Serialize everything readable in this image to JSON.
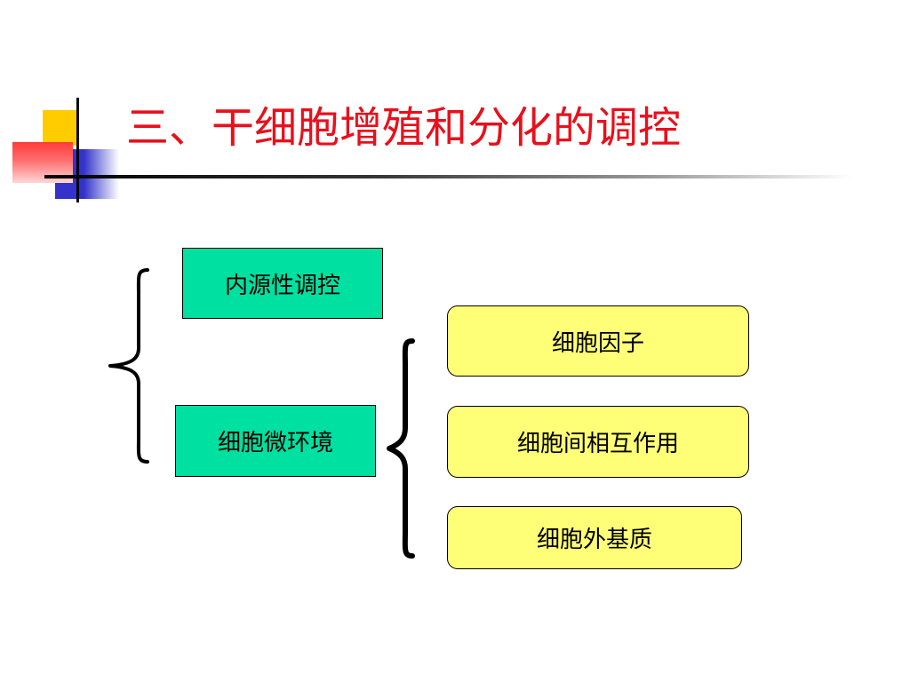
{
  "slide": {
    "title": "三、干细胞增殖和分化的调控"
  },
  "diagram": {
    "left_group": [
      {
        "label": "内源性调控"
      },
      {
        "label": "细胞微环境"
      }
    ],
    "right_group": [
      {
        "label": "细胞因子"
      },
      {
        "label": "细胞间相互作用"
      },
      {
        "label": "细胞外基质"
      }
    ]
  },
  "colors": {
    "title": "#e8101c",
    "green_box": "#00e0a0",
    "yellow_box": "#ffff77",
    "deco_yellow": "#ffcc00",
    "deco_blue": "#3333cc",
    "deco_red": "#ff3b3b"
  }
}
